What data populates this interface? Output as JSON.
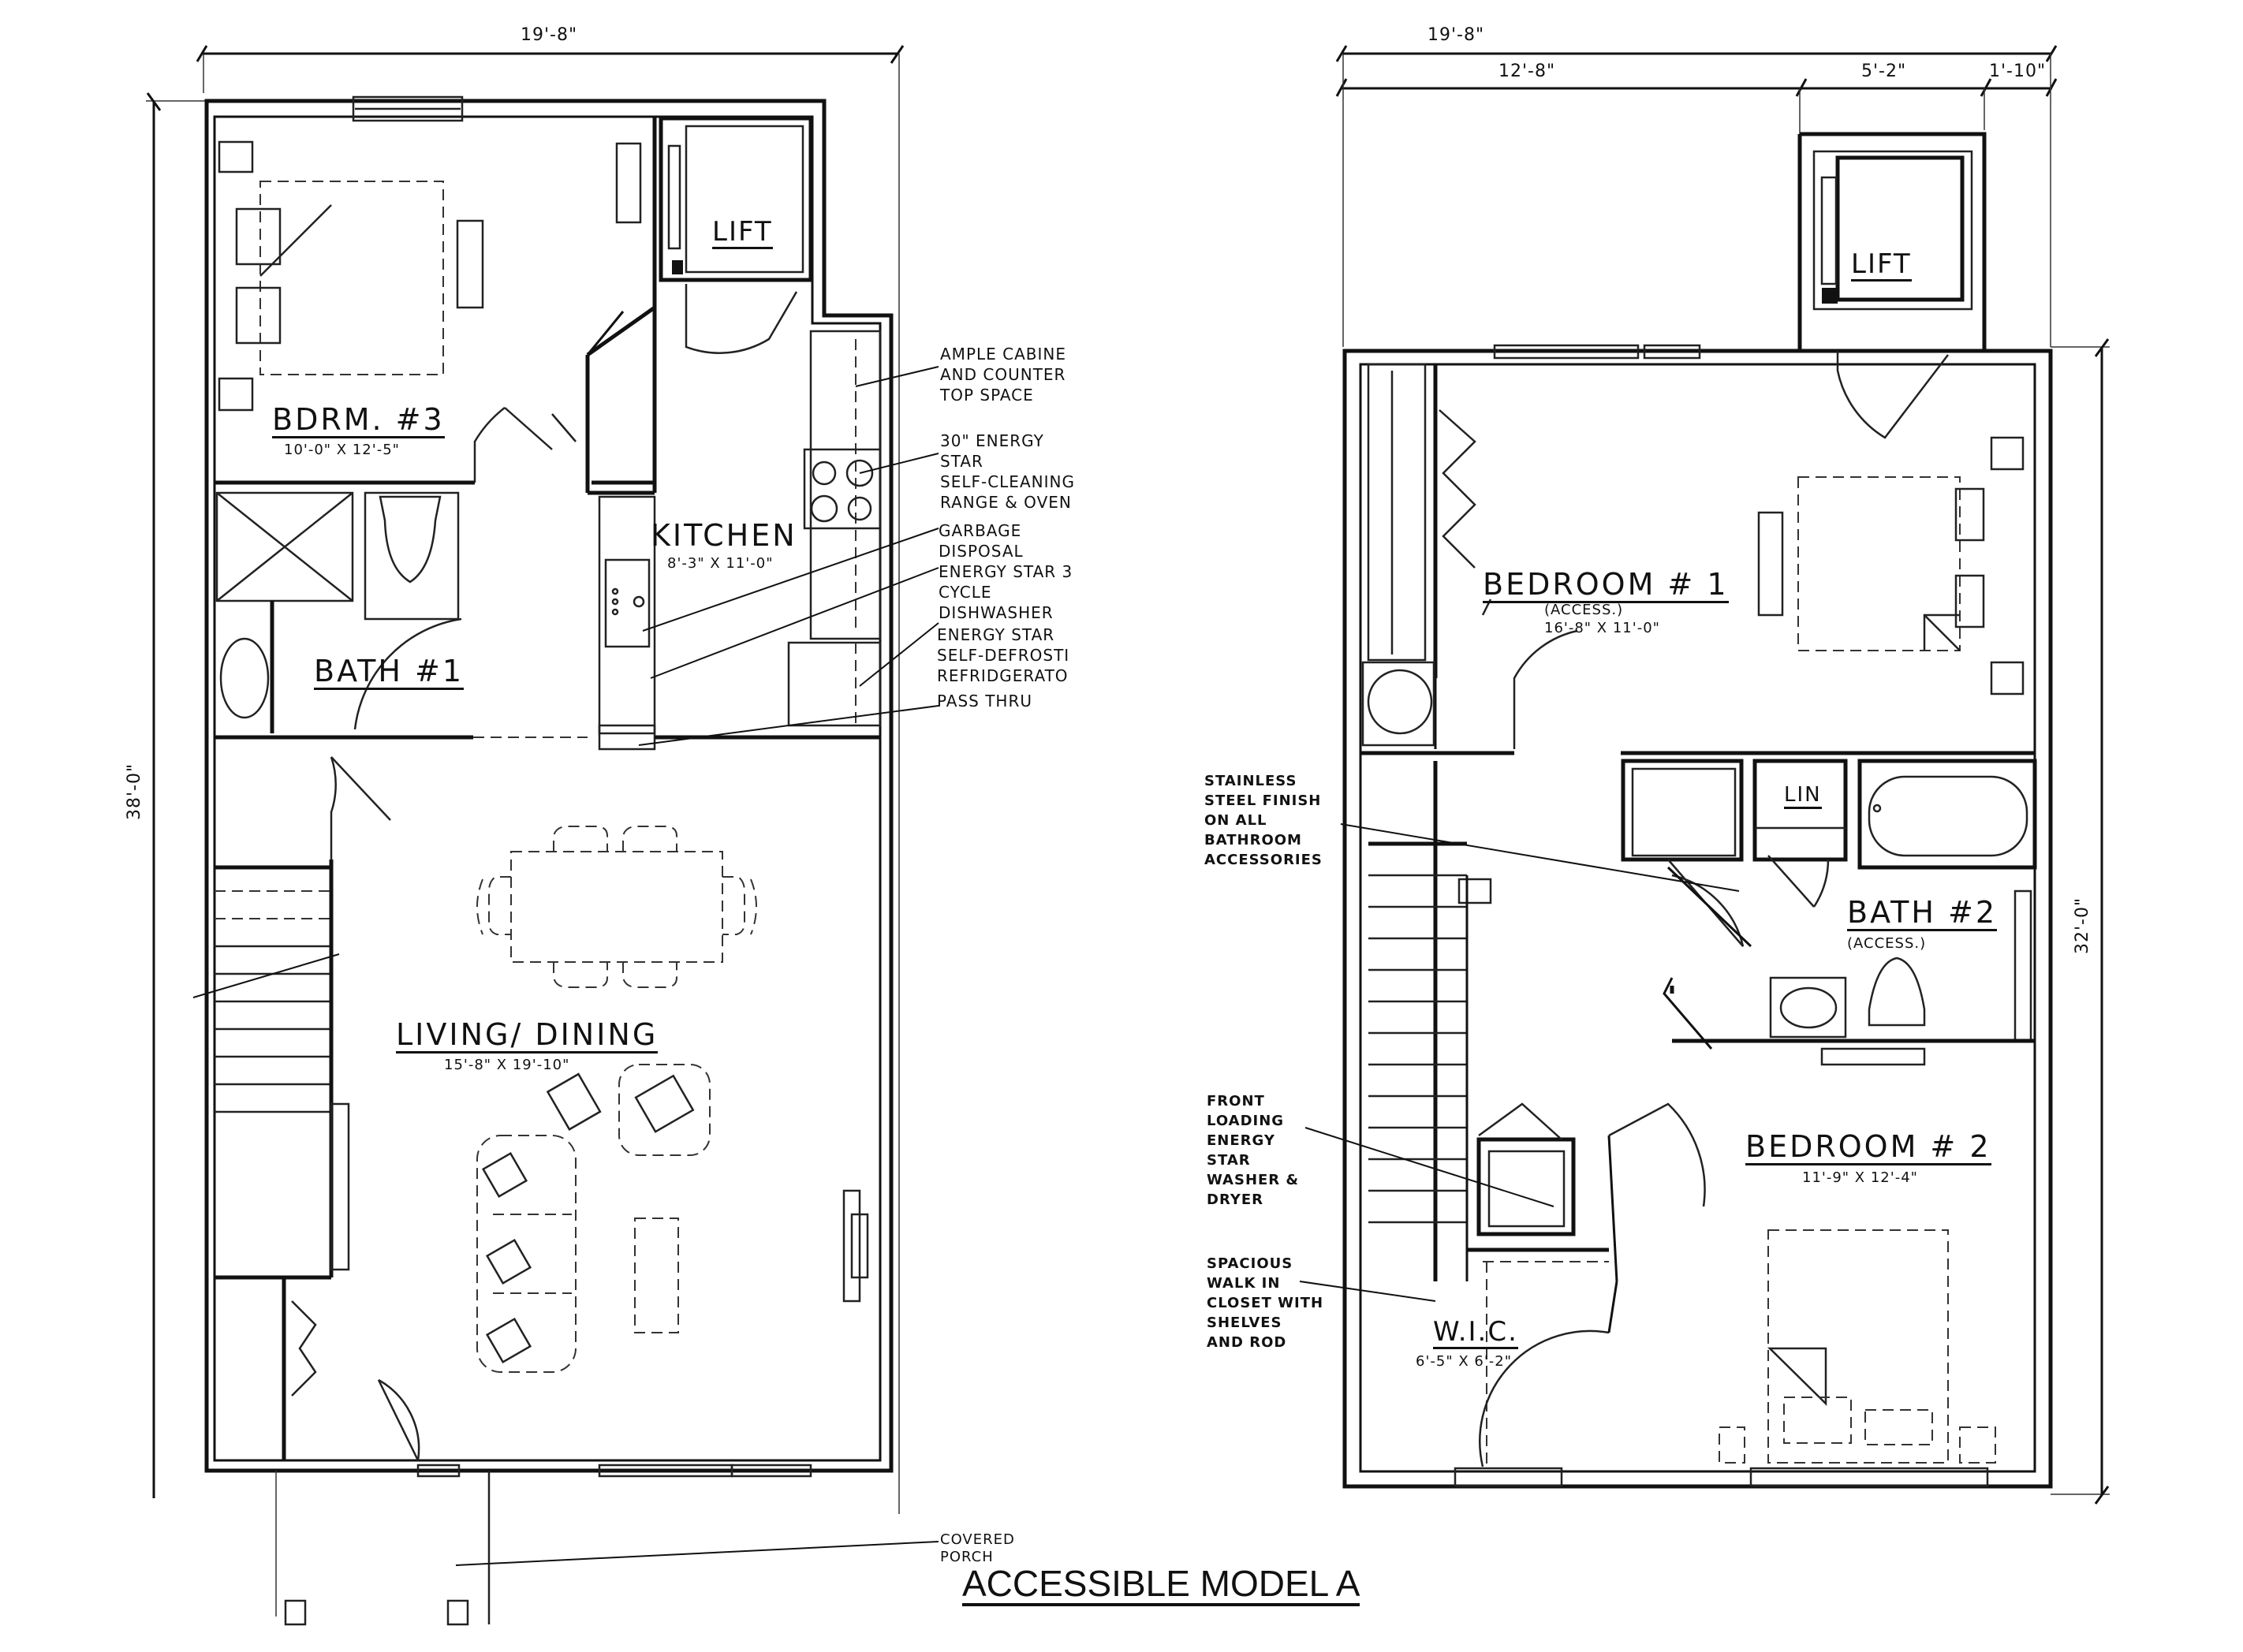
{
  "title": "ACCESSIBLE MODEL A",
  "first_floor": {
    "overall_width": "19'-8\"",
    "overall_depth": "38'-0\"",
    "rooms": {
      "bedroom3": {
        "name": "BDRM. #3",
        "size": "10'-0\" X 12'-5\""
      },
      "bath1": {
        "name": "BATH #1"
      },
      "lift": {
        "name": "LIFT"
      },
      "kitchen": {
        "name": "KITCHEN",
        "size": "8'-3\" X 11'-0\""
      },
      "living": {
        "name": "LIVING/ DINING",
        "size": "15'-8\" X 19'-10\""
      }
    },
    "notes": {
      "cabinets": [
        "AMPLE CABINE",
        "AND COUNTER",
        "TOP SPACE"
      ],
      "range": [
        "30\" ENERGY",
        "STAR",
        "SELF-CLEANING",
        "RANGE & OVEN"
      ],
      "disposal": [
        "GARBAGE",
        "DISPOSAL"
      ],
      "dishwasher": [
        "ENERGY STAR 3",
        "CYCLE",
        "DISHWASHER"
      ],
      "fridge": [
        "ENERGY STAR",
        "SELF-DEFROSTI",
        "REFRIDGERATO"
      ],
      "passthru": [
        "PASS THRU"
      ],
      "porch": [
        "COVERED",
        "PORCH"
      ]
    }
  },
  "second_floor": {
    "overall_width": "19'-8\"",
    "segment_widths": [
      "12'-8\"",
      "5'-2\"",
      "1'-10\""
    ],
    "overall_depth": "32'-0\"",
    "rooms": {
      "lift": {
        "name": "LIFT"
      },
      "bedroom1": {
        "name": "BEDROOM # 1",
        "note": "(ACCESS.)",
        "size": "16'-8\" X 11'-0\""
      },
      "linen": {
        "name": "LIN"
      },
      "bath2": {
        "name": "BATH #2",
        "note": "(ACCESS.)"
      },
      "bedroom2": {
        "name": "BEDROOM # 2",
        "size": "11'-9\" X 12'-4\""
      },
      "wic": {
        "name": "W.I.C.",
        "size": "6'-5\" X 6'-2\""
      }
    },
    "notes": {
      "stainless": [
        "STAINLESS",
        "STEEL FINISH",
        "ON ALL",
        "BATHROOM",
        "ACCESSORIES"
      ],
      "washer": [
        "FRONT",
        "LOADING",
        "ENERGY",
        "STAR",
        "WASHER &",
        "DRYER"
      ],
      "closet": [
        "SPACIOUS",
        "WALK IN",
        "CLOSET WITH",
        "SHELVES",
        "AND ROD"
      ]
    }
  }
}
